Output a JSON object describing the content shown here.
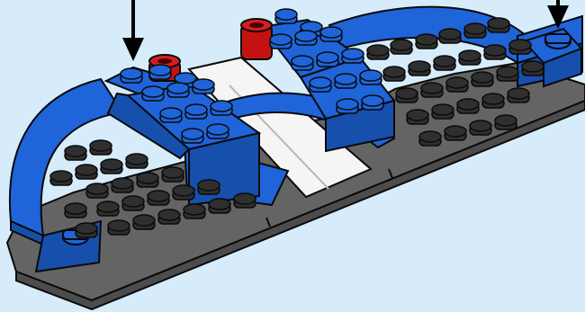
{
  "colors": {
    "background": "#d6ecfb",
    "blue": "#1f64d8",
    "blue_shadow": "#174fad",
    "blue_dark": "#0f3d8c",
    "gray_plate": "#646464",
    "gray_plate_dark": "#4c4c4c",
    "gray_stud": "#2f2f2f",
    "red": "#c31212",
    "white_tile": "#f5f5f5",
    "outline": "#0a0a0a",
    "arrow": "#000000"
  },
  "arrows": [
    {
      "target": "left-blue-corner-brick",
      "icon": "arrow-down-icon"
    },
    {
      "target": "right-blue-corner-brick",
      "icon": "arrow-down-icon"
    }
  ],
  "parts": [
    {
      "name": "gray-base-plate",
      "color": "gray_plate"
    },
    {
      "name": "white-center-tile",
      "color": "white_tile"
    },
    {
      "name": "left-red-cylinder",
      "color": "red"
    },
    {
      "name": "right-red-cylinder",
      "color": "red"
    }
  ]
}
